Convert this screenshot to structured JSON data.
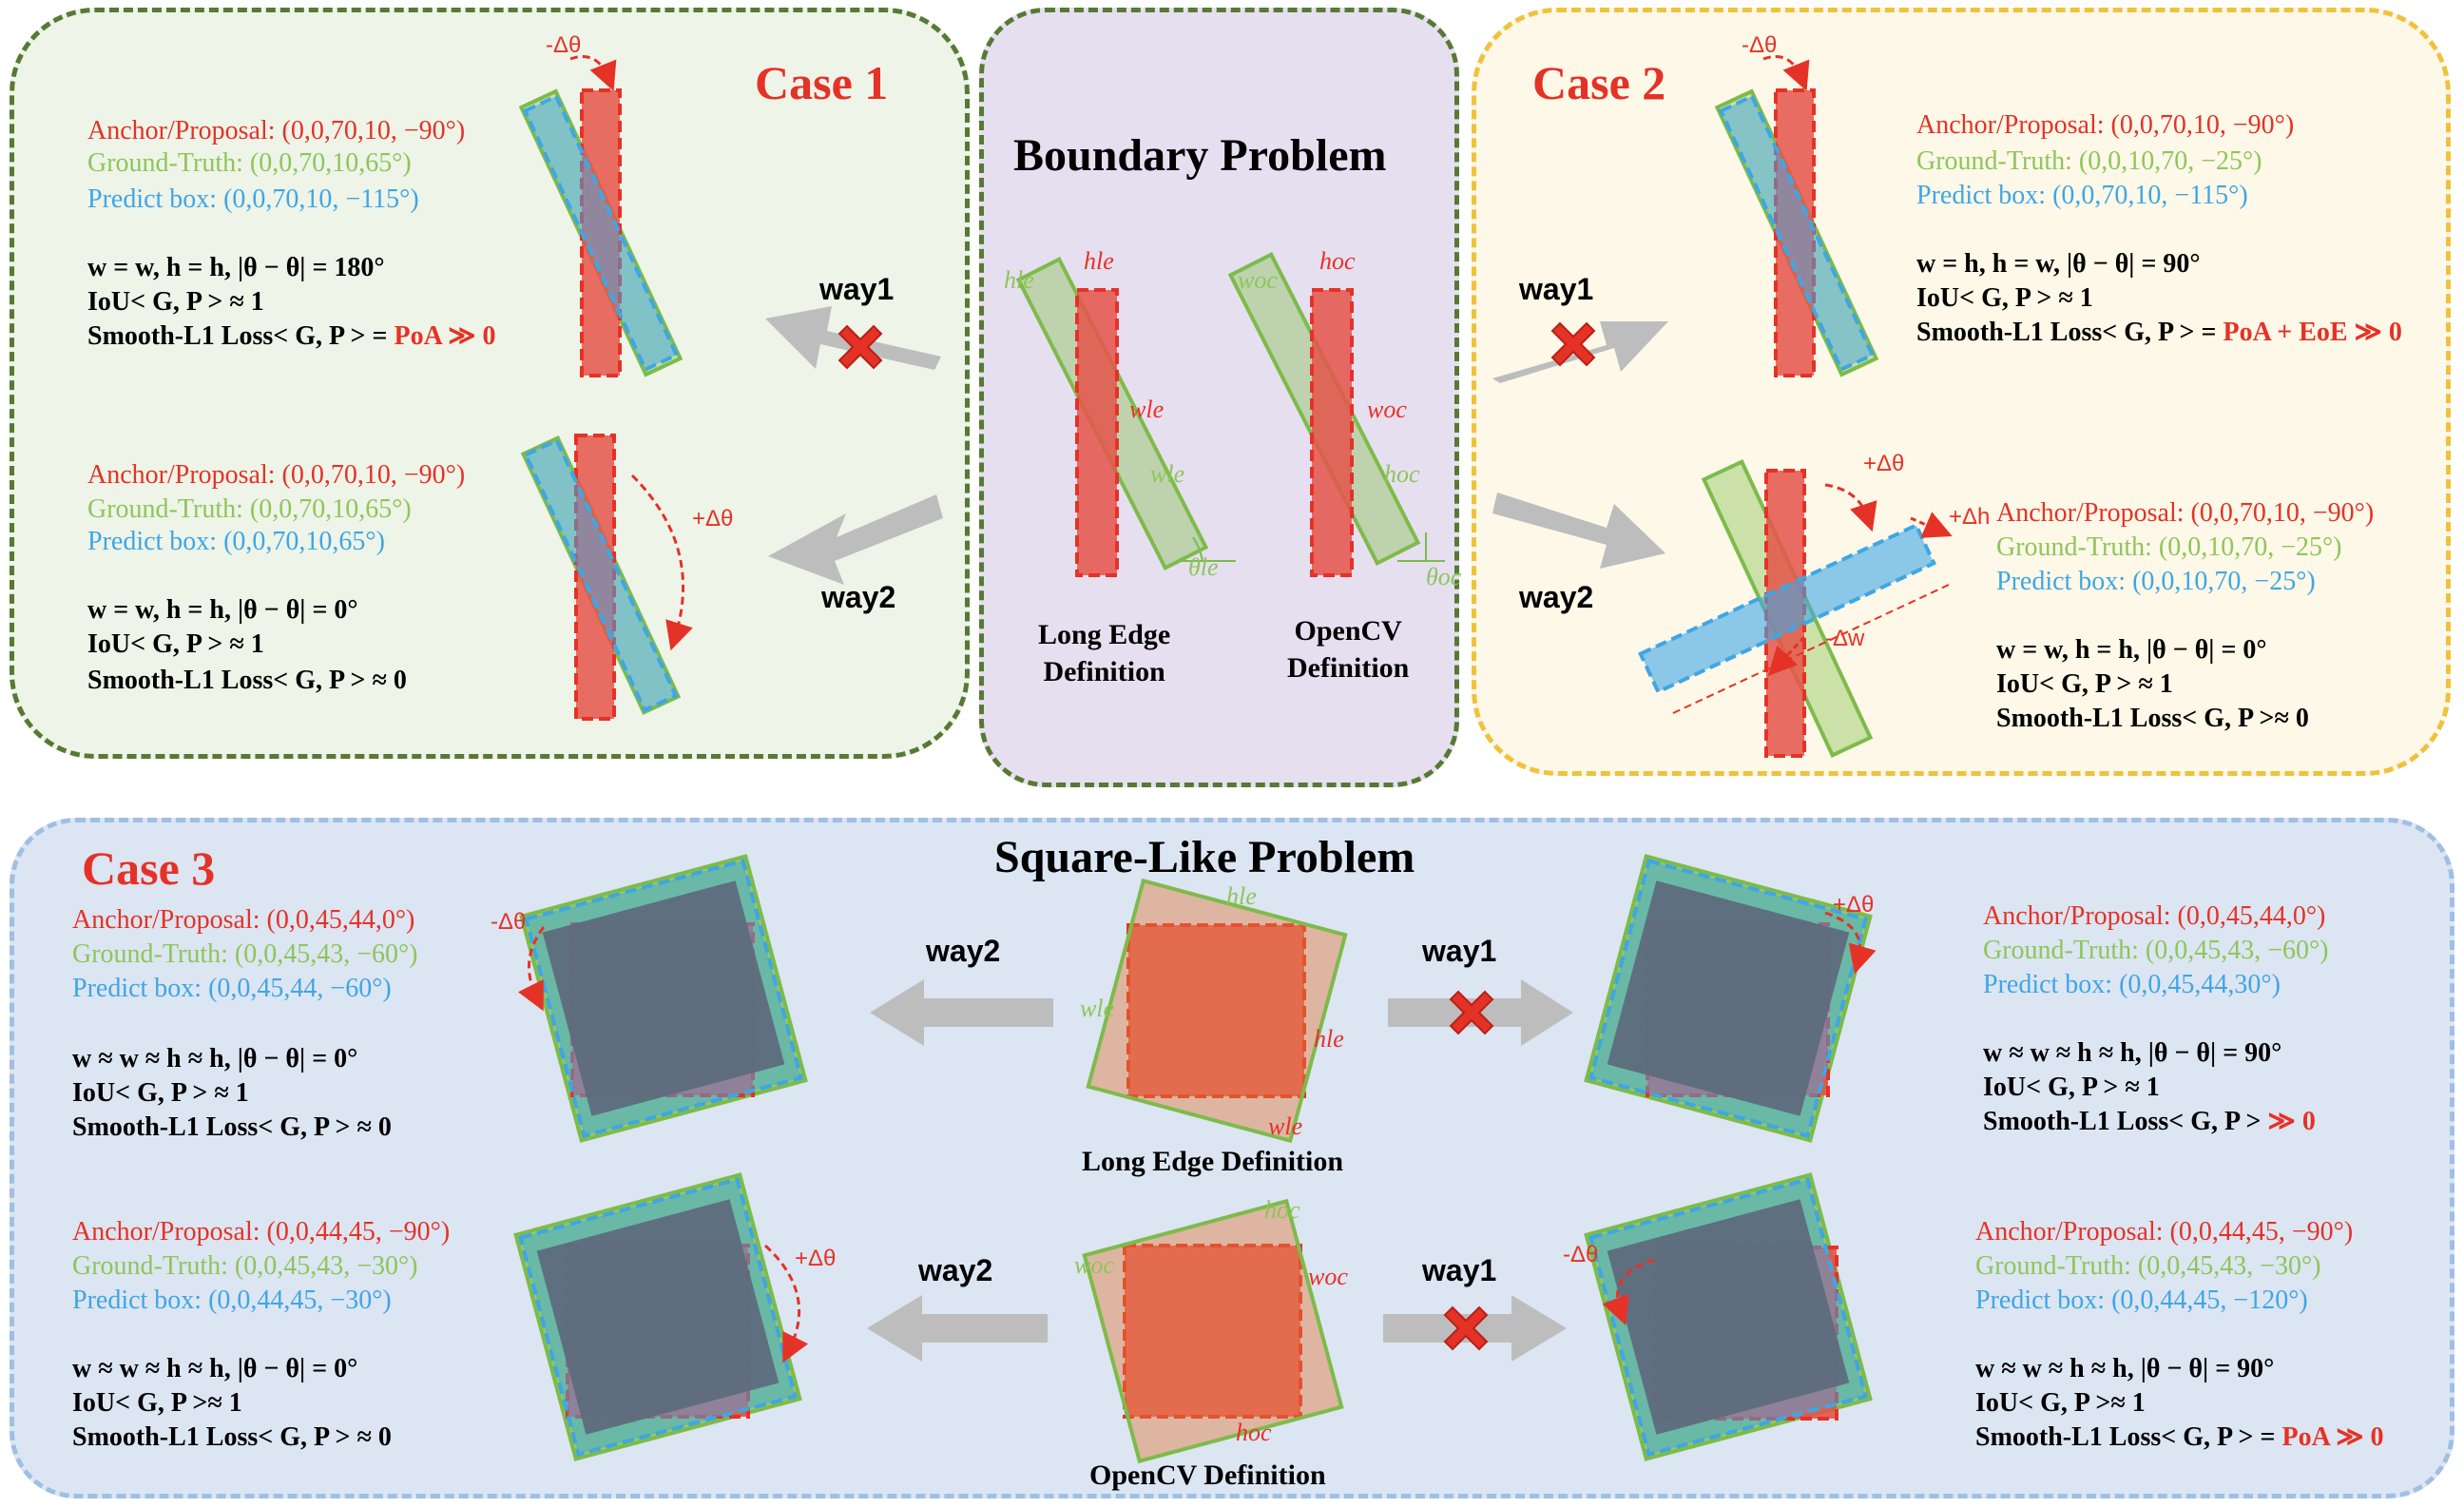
{
  "titles": {
    "boundary": "Boundary Problem",
    "square": "Square-Like Problem"
  },
  "cases": {
    "case1": "Case 1",
    "case2": "Case 2",
    "case3": "Case 3"
  },
  "ways": {
    "way1": "way1",
    "way2": "way2"
  },
  "definitions": {
    "long_edge_line1": "Long Edge",
    "long_edge_line2": "Definition",
    "opencv_line1": "OpenCV",
    "opencv_line2": "Definition",
    "long_edge_full": "Long Edge Definition",
    "opencv_full": "OpenCV Definition"
  },
  "symbols": {
    "h_le": "hle",
    "w_le": "wle",
    "theta_le": "θle",
    "h_oc": "hoc",
    "w_oc": "woc",
    "theta_oc": "θoc",
    "minus_dtheta": "-Δθ",
    "plus_dtheta": "+Δθ",
    "plus_dh": "+Δh",
    "minus_dw": "-Δw"
  },
  "case1_top": {
    "anchor": "Anchor/Proposal: (0,0,70,10, −90°)",
    "gt": "Ground-Truth: (0,0,70,10,65°)",
    "pred": "Predict box: (0,0,70,10, −115°)",
    "rel": "w = w, h = h, |θ − θ| = 180°",
    "iou": "IoU< G, P > ≈ 1",
    "loss_prefix": "Smooth-L1 Loss< G, P > = ",
    "loss_value": "PoA ≫ 0"
  },
  "case1_bottom": {
    "anchor": "Anchor/Proposal: (0,0,70,10, −90°)",
    "gt": "Ground-Truth: (0,0,70,10,65°)",
    "pred": "Predict box: (0,0,70,10,65°)",
    "rel": "w = w, h = h, |θ − θ| = 0°",
    "iou": "IoU< G, P > ≈ 1",
    "loss": "Smooth-L1 Loss< G, P > ≈ 0"
  },
  "case2_top": {
    "anchor": "Anchor/Proposal: (0,0,70,10, −90°)",
    "gt": "Ground-Truth: (0,0,10,70, −25°)",
    "pred": "Predict box: (0,0,70,10, −115°)",
    "rel": "w = h, h = w, |θ − θ| = 90°",
    "iou": "IoU< G, P > ≈ 1",
    "loss_prefix": "Smooth-L1 Loss< G, P > = ",
    "loss_value": "PoA + EoE ≫ 0"
  },
  "case2_bottom": {
    "anchor": "Anchor/Proposal: (0,0,70,10, −90°)",
    "gt": "Ground-Truth: (0,0,10,70, −25°)",
    "pred": "Predict box: (0,0,10,70, −25°)",
    "rel": "w = w, h = h, |θ − θ| = 0°",
    "iou": "IoU< G, P > ≈ 1",
    "loss": "Smooth-L1 Loss< G, P >≈ 0"
  },
  "case3_tl": {
    "anchor": "Anchor/Proposal: (0,0,45,44,0°)",
    "gt": "Ground-Truth: (0,0,45,43, −60°)",
    "pred": "Predict box: (0,0,45,44, −60°)",
    "rel": "w ≈ w ≈ h ≈ h, |θ − θ| = 0°",
    "iou": "IoU< G, P > ≈ 1",
    "loss": "Smooth-L1 Loss< G, P > ≈ 0"
  },
  "case3_tr": {
    "anchor": "Anchor/Proposal: (0,0,45,44,0°)",
    "gt": "Ground-Truth: (0,0,45,43, −60°)",
    "pred": "Predict box: (0,0,45,44,30°)",
    "rel": "w ≈ w ≈ h ≈ h, |θ − θ| = 90°",
    "iou": "IoU< G, P > ≈ 1",
    "loss_prefix": "Smooth-L1 Loss< G, P > ",
    "loss_value": "≫ 0"
  },
  "case3_bl": {
    "anchor": "Anchor/Proposal: (0,0,44,45, −90°)",
    "gt": "Ground-Truth: (0,0,45,43, −30°)",
    "pred": "Predict box: (0,0,44,45, −30°)",
    "rel": "w ≈ w ≈ h ≈ h, |θ − θ| = 0°",
    "iou": "IoU< G, P >≈ 1",
    "loss": "Smooth-L1 Loss< G, P > ≈ 0"
  },
  "case3_br": {
    "anchor": "Anchor/Proposal: (0,0,44,45, −90°)",
    "gt": "Ground-Truth: (0,0,45,43, −30°)",
    "pred": "Predict box: (0,0,44,45, −120°)",
    "rel": "w ≈ w ≈ h ≈ h, |θ − θ| = 90°",
    "iou": "IoU< G, P >≈ 1",
    "loss_prefix": "Smooth-L1 Loss< G, P > = ",
    "loss_value": "PoA ≫ 0"
  },
  "colors": {
    "anchor": "#e53226",
    "ground_truth": "#8dc65a",
    "predict": "#3fa6e4",
    "case1_bg": "#eef4e8",
    "case1_border": "#567a34",
    "boundary_bg": "#e6dff0",
    "case2_bg": "#fdf8e8",
    "case2_border": "#f0c23b",
    "case3_bg": "#dce5f2",
    "case3_border": "#9fbfe3"
  },
  "icons": [
    "cross-mark-icon",
    "arrow-left-icon",
    "arrow-right-icon",
    "rotation-arrow-icon"
  ]
}
